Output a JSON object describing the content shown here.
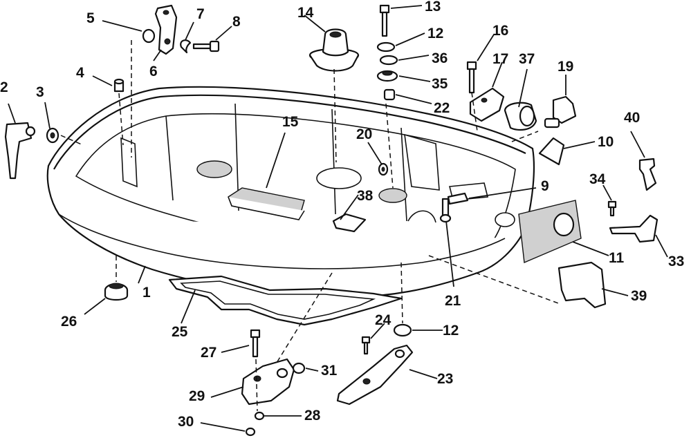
{
  "diagram": {
    "colors": {
      "ink": "#111111",
      "paper": "#ffffff",
      "shade": "#d0d0d0"
    },
    "callouts": [
      {
        "id": "c1",
        "label": "1"
      },
      {
        "id": "c2",
        "label": "2"
      },
      {
        "id": "c3",
        "label": "3"
      },
      {
        "id": "c4",
        "label": "4"
      },
      {
        "id": "c5",
        "label": "5"
      },
      {
        "id": "c6",
        "label": "6"
      },
      {
        "id": "c7",
        "label": "7"
      },
      {
        "id": "c8",
        "label": "8"
      },
      {
        "id": "c9",
        "label": "9"
      },
      {
        "id": "c10",
        "label": "10"
      },
      {
        "id": "c11",
        "label": "11"
      },
      {
        "id": "c12a",
        "label": "12"
      },
      {
        "id": "c12b",
        "label": "12"
      },
      {
        "id": "c13",
        "label": "13"
      },
      {
        "id": "c14",
        "label": "14"
      },
      {
        "id": "c15",
        "label": "15"
      },
      {
        "id": "c16",
        "label": "16"
      },
      {
        "id": "c17",
        "label": "17"
      },
      {
        "id": "c19",
        "label": "19"
      },
      {
        "id": "c20",
        "label": "20"
      },
      {
        "id": "c21",
        "label": "21"
      },
      {
        "id": "c22",
        "label": "22"
      },
      {
        "id": "c23",
        "label": "23"
      },
      {
        "id": "c24",
        "label": "24"
      },
      {
        "id": "c25",
        "label": "25"
      },
      {
        "id": "c26",
        "label": "26"
      },
      {
        "id": "c27",
        "label": "27"
      },
      {
        "id": "c28",
        "label": "28"
      },
      {
        "id": "c29",
        "label": "29"
      },
      {
        "id": "c30",
        "label": "30"
      },
      {
        "id": "c31",
        "label": "31"
      },
      {
        "id": "c33",
        "label": "33"
      },
      {
        "id": "c34",
        "label": "34"
      },
      {
        "id": "c35",
        "label": "35"
      },
      {
        "id": "c36",
        "label": "36"
      },
      {
        "id": "c37",
        "label": "37"
      },
      {
        "id": "c38",
        "label": "38"
      },
      {
        "id": "c39",
        "label": "39"
      },
      {
        "id": "c40",
        "label": "40"
      }
    ]
  }
}
